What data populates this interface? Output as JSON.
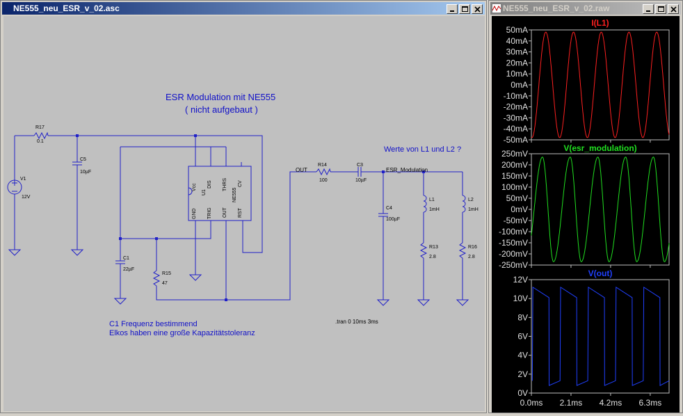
{
  "schematic_window": {
    "title": "NE555_neu_ESR_v_02.asc",
    "heading_line1": "ESR Modulation mit NE555",
    "heading_line2": "( nicht aufgebaut )",
    "question": "Werte von L1 und L2 ?",
    "note_line1": "C1 Frequenz bestimmend",
    "note_line2": "Elkos haben eine große Kapazitätstoleranz",
    "directive": ".tran 0 10ms 3ms",
    "nets": {
      "out": "OUT",
      "esr": "ESR_Modulation"
    },
    "ic": {
      "ref": "U1",
      "part": "NE555",
      "pins": {
        "vcc": "Vcc",
        "dis": "DIS",
        "thrs": "THRS",
        "cv": "CV",
        "gnd": "GND",
        "trig": "TRIG",
        "out": "OUT",
        "rst": "RST"
      }
    },
    "components": {
      "r17": {
        "ref": "R17",
        "value": "0.1"
      },
      "v1": {
        "ref": "V1",
        "value": "12V"
      },
      "c5": {
        "ref": "C5",
        "value": "10µF"
      },
      "c1": {
        "ref": "C1",
        "value": "22µF"
      },
      "r15": {
        "ref": "R15",
        "value": "47"
      },
      "r14": {
        "ref": "R14",
        "value": "100"
      },
      "c3": {
        "ref": "C3",
        "value": "10µF"
      },
      "c4": {
        "ref": "C4",
        "value": "100µF"
      },
      "l1": {
        "ref": "L1",
        "value": "1mH"
      },
      "l2": {
        "ref": "L2",
        "value": "1mH"
      },
      "r13": {
        "ref": "R13",
        "value": "2.8"
      },
      "r16": {
        "ref": "R16",
        "value": "2.8"
      }
    }
  },
  "waveform_window": {
    "title": "NE555_neu_ESR_v_02.raw",
    "icon": "waveform-icon"
  },
  "chart_data": [
    {
      "type": "line",
      "title": "I(L1)",
      "color": "#ff2020",
      "ylim": [
        -50,
        50
      ],
      "yticks": [
        "50mA",
        "40mA",
        "30mA",
        "20mA",
        "10mA",
        "0mA",
        "-10mA",
        "-20mA",
        "-30mA",
        "-40mA",
        "-50mA"
      ],
      "xlim": [
        0,
        7.3
      ],
      "series": [
        {
          "name": "I(L1)",
          "waveform": "sine",
          "amplitude": 48,
          "period_ms": 1.47,
          "phase_ms": 0.0
        }
      ]
    },
    {
      "type": "line",
      "title": "V(esr_modulation)",
      "color": "#20e020",
      "ylim": [
        -250,
        250
      ],
      "yticks": [
        "250mV",
        "200mV",
        "150mV",
        "100mV",
        "50mV",
        "0mV",
        "-50mV",
        "-100mV",
        "-150mV",
        "-200mV",
        "-250mV"
      ],
      "xlim": [
        0,
        7.3
      ],
      "series": [
        {
          "name": "V(esr_modulation)",
          "waveform": "skewed-sine",
          "amplitude": 235,
          "period_ms": 1.47,
          "phase_ms": 0.0
        }
      ]
    },
    {
      "type": "line",
      "title": "V(out)",
      "color": "#2040ff",
      "ylim": [
        0,
        12
      ],
      "yticks": [
        "12V",
        "10V",
        "8V",
        "6V",
        "4V",
        "2V",
        "0V"
      ],
      "xlim": [
        0,
        7.3
      ],
      "xticks": [
        0,
        2.1,
        4.2,
        6.3
      ],
      "xtick_labels": [
        "0.0ms",
        "2.1ms",
        "4.2ms",
        "6.3ms"
      ],
      "series": [
        {
          "name": "V(out)",
          "waveform": "pulse",
          "high": [
            11.2,
            10.1
          ],
          "low": [
            0.8,
            1.3
          ],
          "period_ms": 1.47,
          "duty": 0.6
        }
      ]
    }
  ]
}
